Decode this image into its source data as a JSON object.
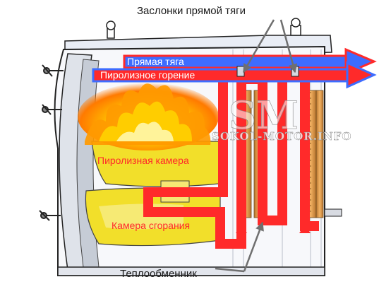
{
  "labels": {
    "dampers": "Заслонки прямой тяги",
    "direct_draft": "Прямая тяга",
    "pyrolysis_burning": "Пиролизное горение",
    "pyrolysis_chamber": "Пиролизная камера",
    "combustion_chamber": "Камера сгорания",
    "heat_exchanger": "Теплообменник"
  },
  "watermark": {
    "logo": "SM",
    "site": "SOKOL-MOTOR.INFO"
  },
  "colors": {
    "flow_red": "#ff2a2a",
    "flow_blue": "#3d6cff",
    "chamber_yellow": "#f2df2a",
    "flame_orange": "#ff8c00",
    "heat_exchanger_orange": "#e8a24a"
  }
}
